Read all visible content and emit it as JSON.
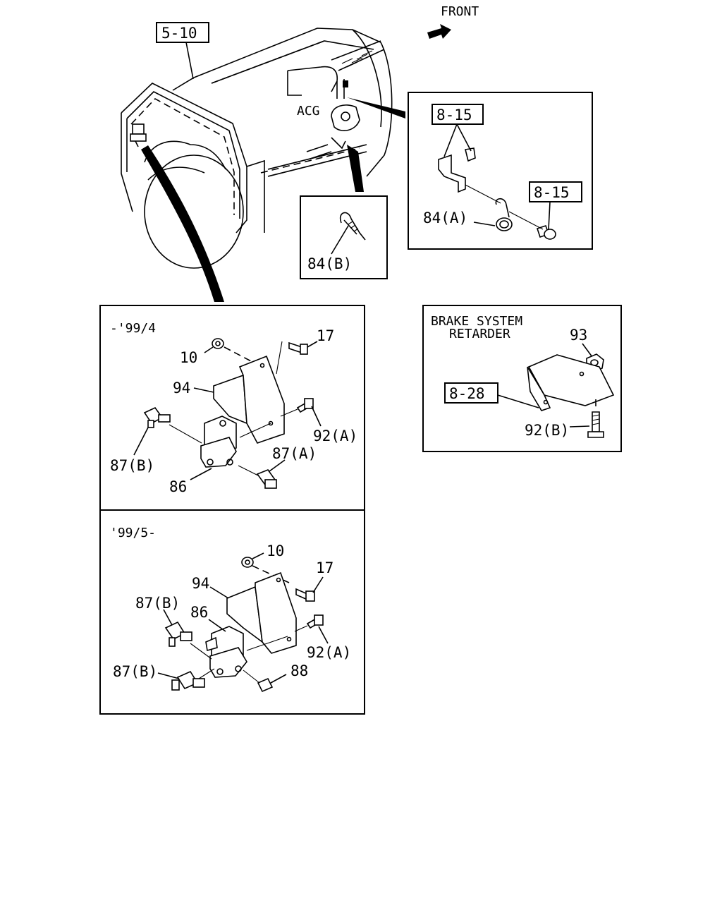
{
  "orientation": {
    "front_label": "FRONT"
  },
  "references": {
    "ref_5_10": "5-10",
    "ref_8_15_a": "8-15",
    "ref_8_15_b": "8-15",
    "ref_8_28": "8-28"
  },
  "engine_labels": {
    "acg": "ACG"
  },
  "detail_84b": {
    "part": "84(B)"
  },
  "detail_84a": {
    "part": "84(A)"
  },
  "panel_pre": {
    "period": "-'99/4",
    "parts": {
      "p10": "10",
      "p17": "17",
      "p94": "94",
      "p92a": "92(A)",
      "p87b": "87(B)",
      "p87a": "87(A)",
      "p86": "86"
    }
  },
  "panel_post": {
    "period": "'99/5-",
    "parts": {
      "p10": "10",
      "p17": "17",
      "p94": "94",
      "p87b_top": "87(B)",
      "p86": "86",
      "p92a": "92(A)",
      "p87b_bottom": "87(B)",
      "p88": "88"
    }
  },
  "brake_panel": {
    "title_line1": "BRAKE SYSTEM",
    "title_line2": "RETARDER",
    "parts": {
      "p93": "93",
      "p92b": "92(B)"
    }
  }
}
